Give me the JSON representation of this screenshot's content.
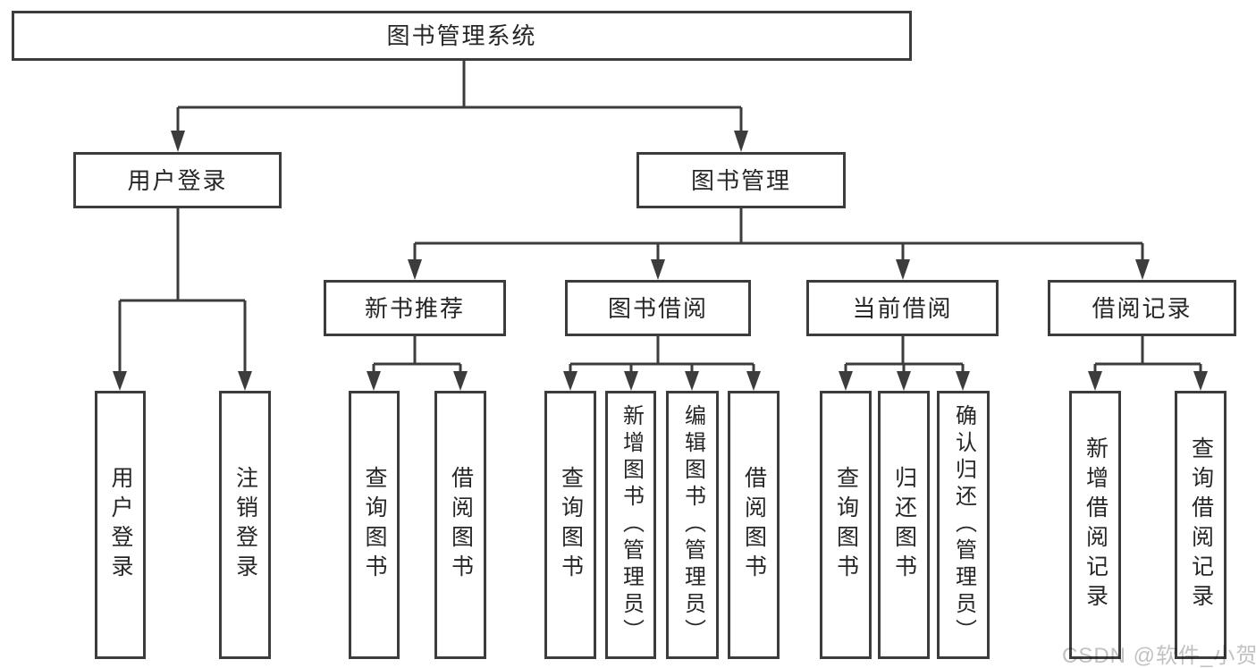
{
  "watermark": "CSDN @软件_小贺同学",
  "colors": {
    "line": "#3c3c3c",
    "text": "#262626",
    "watermark": "#c2c2c2",
    "background": "#ffffff"
  },
  "tree": {
    "root": {
      "label": "图书管理系统"
    },
    "branches": [
      {
        "label": "用户登录",
        "children": [
          {
            "label": "用户登录"
          },
          {
            "label": "注销登录"
          }
        ]
      },
      {
        "label": "图书管理",
        "groups": [
          {
            "label": "新书推荐",
            "children": [
              {
                "label": "查询图书"
              },
              {
                "label": "借阅图书"
              }
            ]
          },
          {
            "label": "图书借阅",
            "children": [
              {
                "label": "查询图书"
              },
              {
                "label": "新增图书（管理员）"
              },
              {
                "label": "编辑图书（管理员）"
              },
              {
                "label": "借阅图书"
              }
            ]
          },
          {
            "label": "当前借阅",
            "children": [
              {
                "label": "查询图书"
              },
              {
                "label": "归还图书"
              },
              {
                "label": "确认归还（管理员）"
              }
            ]
          },
          {
            "label": "借阅记录",
            "children": [
              {
                "label": "新增借阅记录"
              },
              {
                "label": "查询借阅记录"
              }
            ]
          }
        ]
      }
    ]
  }
}
